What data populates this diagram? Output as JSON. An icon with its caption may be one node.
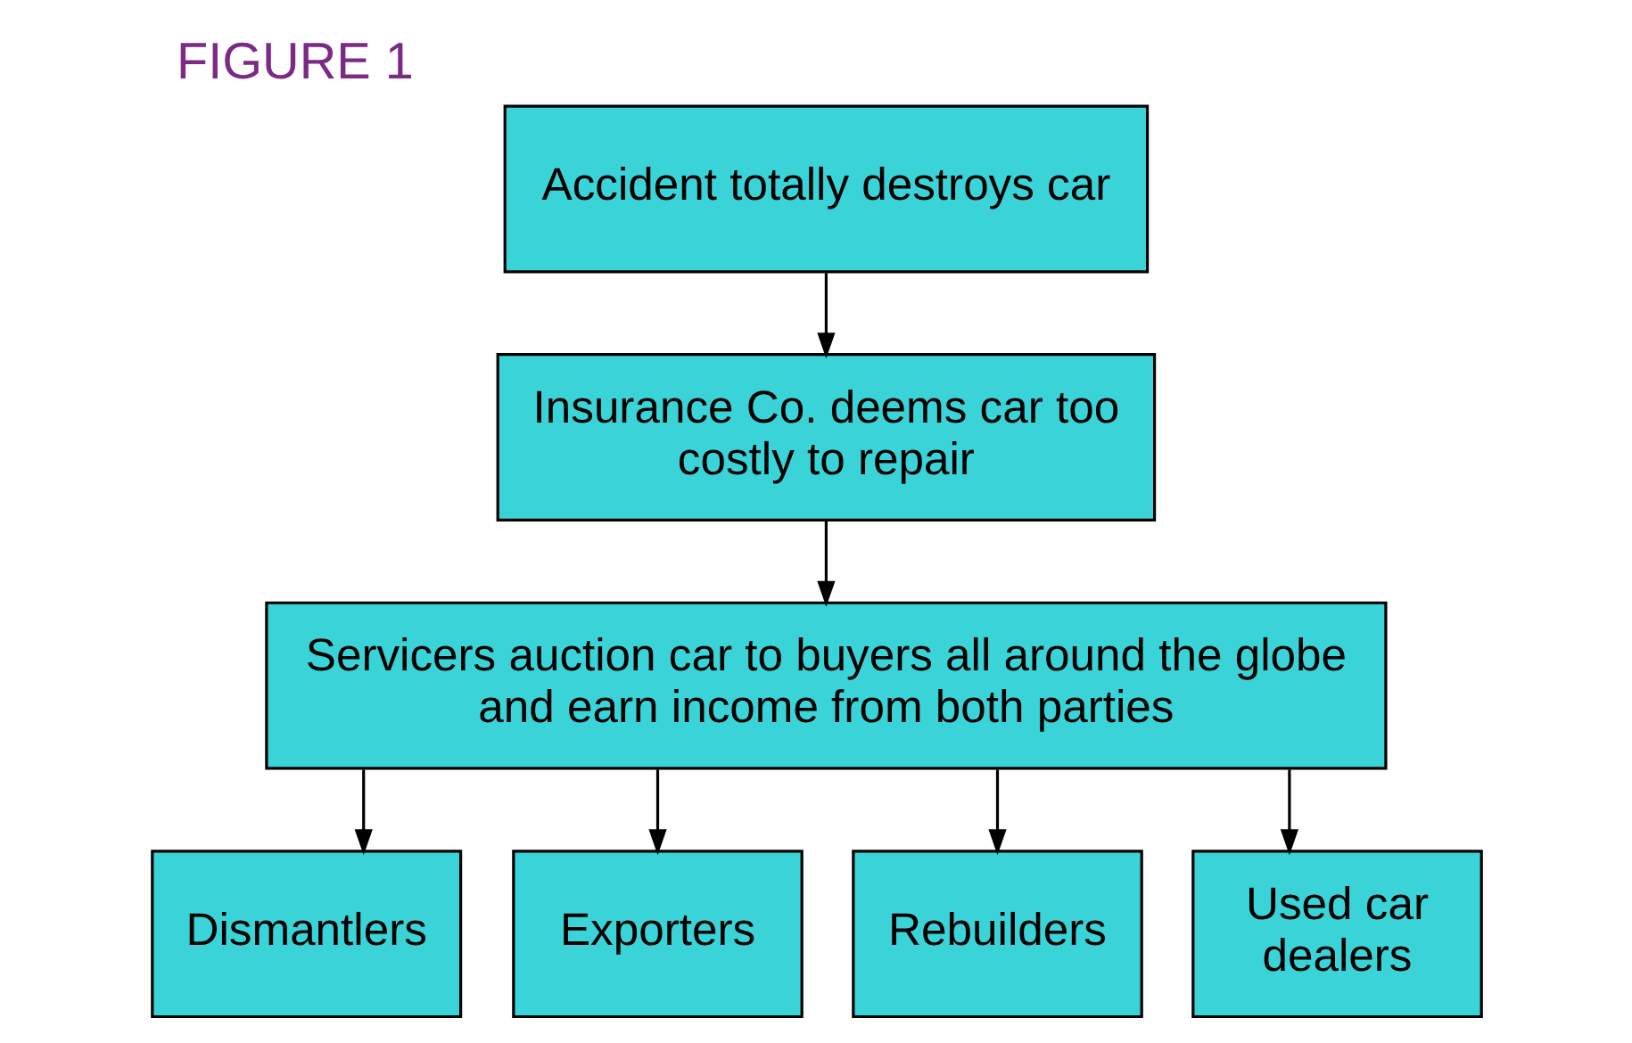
{
  "diagram": {
    "title": "FIGURE 1",
    "nodes": [
      {
        "text": [
          "Accident totally destroys car"
        ]
      },
      {
        "text": [
          "Insurance Co. deems car too costly to repair"
        ]
      },
      {
        "text": [
          "Servicers auction car to buyers all around the globe and earn income from both parties"
        ]
      },
      {
        "text": [
          "Dismantlers"
        ]
      },
      {
        "text": [
          "Exporters"
        ]
      },
      {
        "text": [
          "Rebuilders"
        ]
      },
      {
        "text": [
          "Used car dealers"
        ]
      }
    ],
    "edges": [
      {
        "from": 0,
        "to": 1,
        "arrow": "to"
      },
      {
        "from": 1,
        "to": 2,
        "arrow": "to"
      },
      {
        "from": 2,
        "to": 3,
        "arrow": "to"
      },
      {
        "from": 2,
        "to": 4,
        "arrow": "to"
      },
      {
        "from": 2,
        "to": 5,
        "arrow": "to"
      },
      {
        "from": 2,
        "to": 6,
        "arrow": "to"
      }
    ]
  }
}
